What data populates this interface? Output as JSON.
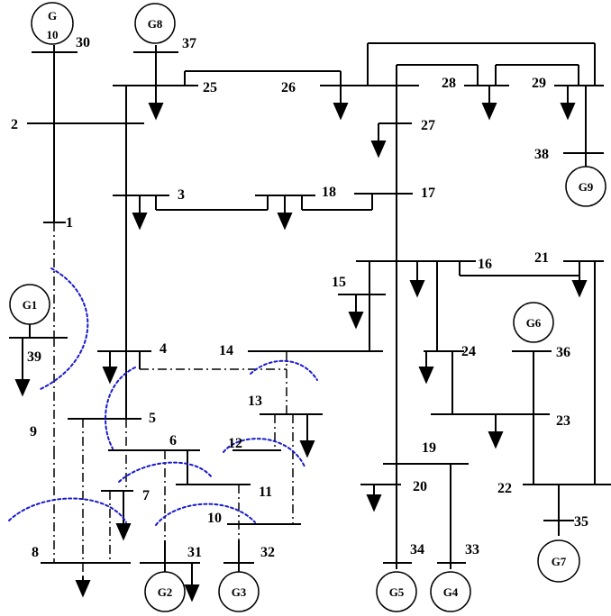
{
  "bus_labels": [
    "1",
    "2",
    "3",
    "4",
    "5",
    "6",
    "7",
    "8",
    "9",
    "10",
    "11",
    "12",
    "13",
    "14",
    "15",
    "16",
    "17",
    "18",
    "19",
    "20",
    "21",
    "22",
    "23",
    "24",
    "25",
    "26",
    "27",
    "28",
    "29",
    "30",
    "31",
    "32",
    "33",
    "34",
    "35",
    "36",
    "37",
    "38",
    "39"
  ],
  "generators": {
    "g10": {
      "line1": "G",
      "line2": "10"
    },
    "g8": "G8",
    "g1": "G1",
    "g2": "G2",
    "g3": "G3",
    "g4": "G4",
    "g5": "G5",
    "g6": "G6",
    "g7": "G7",
    "g9": "G9"
  },
  "colors": {
    "line": "#000000",
    "partition_curve": "#1a1acc",
    "background": "#ffffff"
  },
  "styles": {
    "partition_lines": "dash-dot",
    "partition_curves": "dotted"
  }
}
